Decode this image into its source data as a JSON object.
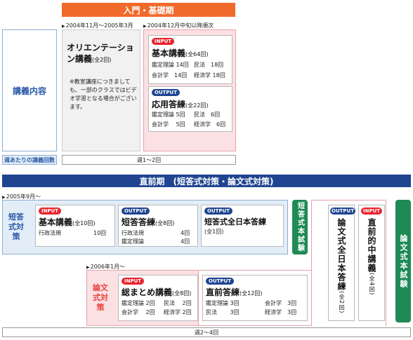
{
  "sec1": {
    "title": "入門・基礎期",
    "row_label": "講義内容",
    "freq_label": "週あたりの講義回数",
    "freq_value": "週1〜2回",
    "orient": {
      "date": "2004年11月〜2005年3月",
      "title": "オリエンテーション講義",
      "count": "(全2回)",
      "note": "※教室講座につきましても、一部のクラスではビデオ学習となる場合がございます。"
    },
    "basic_col": {
      "date": "2004年12月中旬以降順次",
      "input": {
        "tag": "INPUT",
        "title": "基本講義",
        "count": "(全64回)",
        "rows": [
          [
            "鑑定理論",
            "14回",
            "民法",
            "18回"
          ],
          [
            "会計学",
            "14回",
            "経済学",
            "18回"
          ]
        ]
      },
      "output": {
        "tag": "OUTPUT",
        "title": "応用答練",
        "count": "(全22回)",
        "rows": [
          [
            "鑑定理論",
            "5回",
            "民法",
            "6回"
          ],
          [
            "会計学",
            "5回",
            "経済学",
            "6回"
          ]
        ]
      }
    }
  },
  "sec2": {
    "title": "直前期　(短答式対策・論文式対策)",
    "freq_value": "週2〜4回",
    "short": {
      "date": "2005年9月〜",
      "label": "短答式対策",
      "exam": "短答式本試験",
      "basic": {
        "tag": "INPUT",
        "title": "基本講義",
        "count": "(全10回)",
        "rows": [
          [
            "行政法規",
            "10回"
          ]
        ]
      },
      "drill": {
        "tag": "OUTPUT",
        "title": "短答答練",
        "count": "(全8回)",
        "rows": [
          [
            "行政法規",
            "4回"
          ],
          [
            "鑑定理論",
            "4回"
          ]
        ]
      },
      "national": {
        "tag": "OUTPUT",
        "title": "短答式全日本答練",
        "count": "(全1回)"
      }
    },
    "essay": {
      "date": "2006年1月〜",
      "label": "論文式対策",
      "exam": "論文式本試験",
      "summary": {
        "tag": "INPUT",
        "title": "総まとめ講義",
        "count": "(全8回)",
        "rows": [
          [
            "鑑定理論",
            "2回",
            "民法",
            "2回"
          ],
          [
            "会計学",
            "2回",
            "経済学",
            "2回"
          ]
        ]
      },
      "direct_drill": {
        "tag": "OUTPUT",
        "title": "直前答練",
        "count": "(全12回)",
        "rows": [
          [
            "鑑定理論",
            "3回",
            "会計学",
            "3回"
          ],
          [
            "民法",
            "3回",
            "経済学",
            "3回"
          ]
        ]
      },
      "national": {
        "tag": "OUTPUT",
        "title": "論文式全日本答練",
        "count": "(全2回)"
      },
      "forecast": {
        "tag": "INPUT",
        "title": "直前的中講義",
        "count": "(全4回)"
      }
    }
  }
}
